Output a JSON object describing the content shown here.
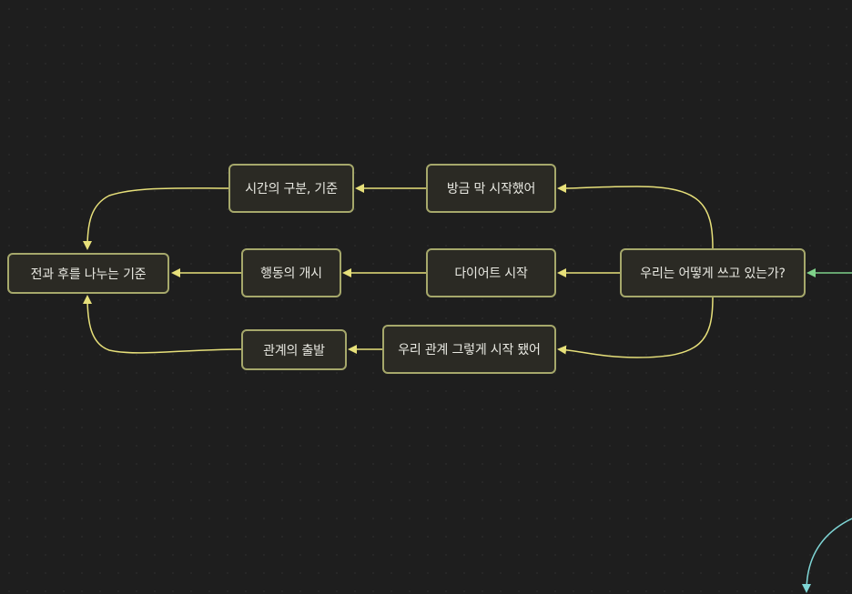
{
  "canvas": {
    "background": "#1e1e1e",
    "edge_color_main": "#e7e07a",
    "edge_color_incoming": "#7fd18a",
    "edge_color_other": "#7fd6d6",
    "node_border": "#a6a86b"
  },
  "nodes": {
    "question": "우리는 어떻게 쓰고 있는가?",
    "just_started": "방금 막 시작했어",
    "diet_start": "다이어트 시작",
    "relationship_start": "우리 관계 그렇게 시작 됐어",
    "time_division": "시간의 구분, 기준",
    "action_onset": "행동의 개시",
    "relationship_origin": "관계의 출발",
    "before_after": "전과 후를 나누는 기준"
  }
}
